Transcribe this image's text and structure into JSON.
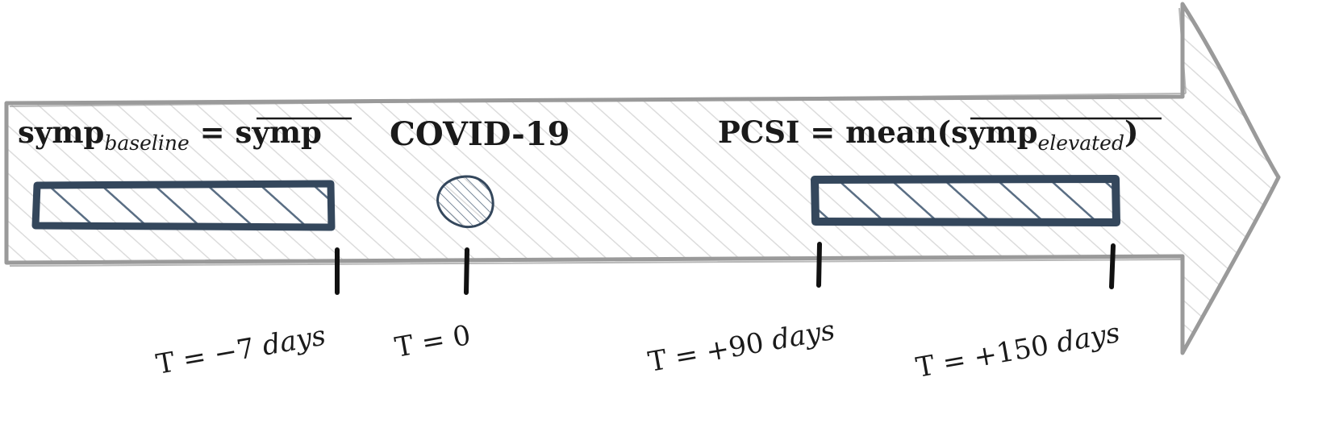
{
  "colors": {
    "arrow_stroke": "#9a9a9a",
    "arrow_hatch": "#dcdcdc",
    "bar_stroke": "#34475c",
    "bar_hatch": "#5a6e84",
    "tick": "#111111",
    "text": "#1a1a1a"
  },
  "labels": {
    "baseline": {
      "main": "symp",
      "sub": "baseline",
      "eq": " = ",
      "rhs": "symp"
    },
    "event": {
      "text": "COVID-19"
    },
    "pcsi": {
      "lhs": "PCSI",
      "eq": " = ",
      "fn": "mean(",
      "main": "symp",
      "sub": "elevated",
      "close": ")"
    }
  },
  "ticks": [
    {
      "T": "T = −7 ",
      "unit": "days"
    },
    {
      "T": "T = 0",
      "unit": ""
    },
    {
      "T": "T = +90 ",
      "unit": "days"
    },
    {
      "T": "T = +150 ",
      "unit": "days"
    }
  ]
}
